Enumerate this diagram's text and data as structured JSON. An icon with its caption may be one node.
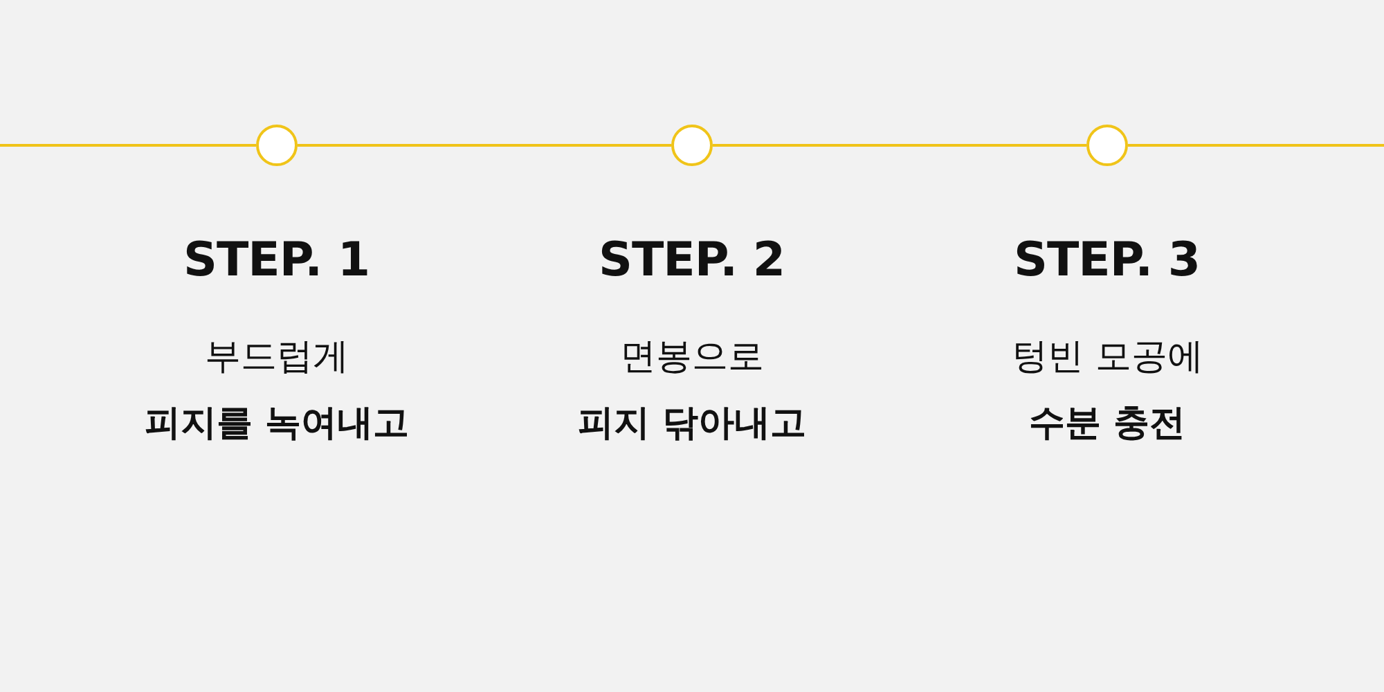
{
  "diagram": {
    "nodes": [
      {
        "text": [],
        "shape": "circle",
        "beside": [
          "STEP. 1",
          "부드럽게",
          "피지를 녹여내고"
        ]
      },
      {
        "text": [],
        "shape": "circle",
        "beside": [
          "STEP. 2",
          "면봉으로",
          "피지 닦아내고"
        ]
      },
      {
        "text": [],
        "shape": "circle",
        "beside": [
          "STEP. 3",
          "텅빈 모공에",
          "수분 충전"
        ]
      }
    ],
    "edges": [
      {
        "from": null,
        "to": 0,
        "arrow": "none"
      },
      {
        "from": 0,
        "to": 1,
        "arrow": "none"
      },
      {
        "from": 1,
        "to": 2,
        "arrow": "none"
      },
      {
        "from": 2,
        "to": null,
        "arrow": "none"
      }
    ]
  }
}
